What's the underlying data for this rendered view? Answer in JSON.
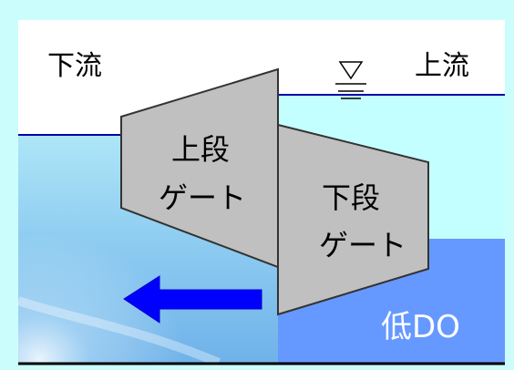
{
  "labels": {
    "downstream": "下流",
    "upstream": "上流",
    "upper_gate_line1": "上段",
    "upper_gate_line2": "ゲート",
    "lower_gate_line1": "下段",
    "lower_gate_line2": "ゲート",
    "low_do": "低DO"
  },
  "icons": {
    "water_level": "water-level-triangle-icon",
    "flow_direction": "left-arrow-icon"
  },
  "colors": {
    "outer_background": "#ccfdfd",
    "panel_background": "#ffffff",
    "upstream_water": "#c4ffff",
    "downstream_water": "#79bcec",
    "low_do_water": "#6699ff",
    "gate_fill": "#c0c0c0",
    "gate_stroke": "#333333",
    "flow_arrow": "#0000ff",
    "water_line": "#0000aa",
    "text_dark": "#000000",
    "text_light": "#ffffff"
  }
}
